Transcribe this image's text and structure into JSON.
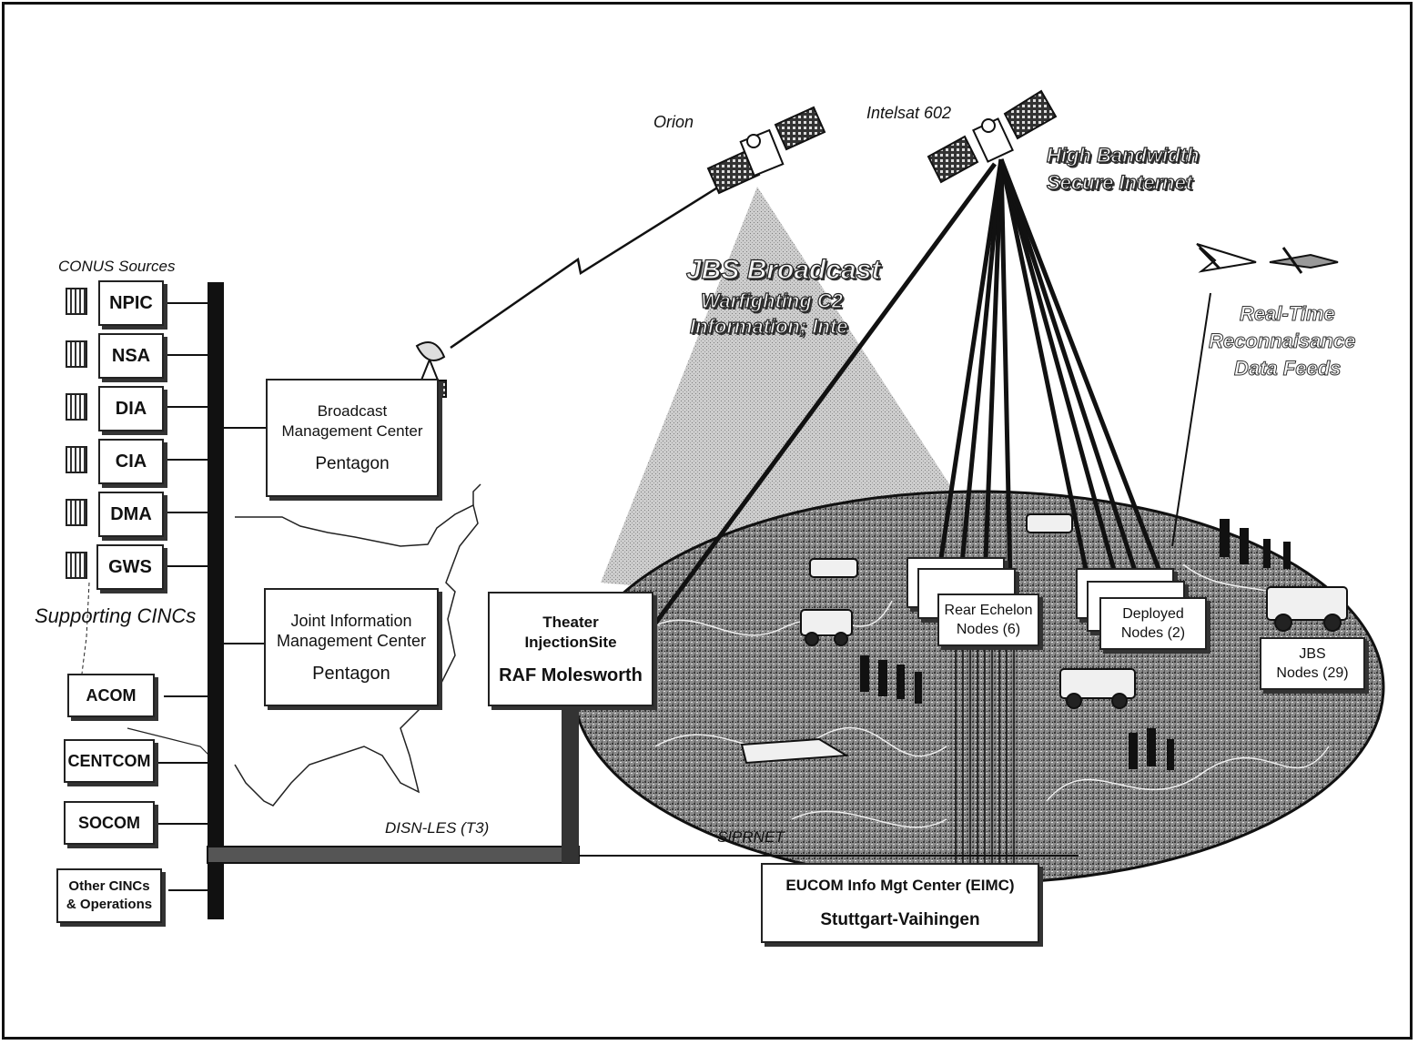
{
  "satellites": {
    "orion": "Orion",
    "intelsat": "Intelsat 602",
    "high_bandwidth_line1": "High Bandwidth",
    "high_bandwidth_line2": "Secure Internet"
  },
  "broadcast": {
    "title": "JBS Broadcast",
    "line2": "Warfighting C2",
    "line3": "Information; Inte"
  },
  "recon": {
    "line1": "Real-Time",
    "line2": "Reconnaisance",
    "line3": "Data Feeds"
  },
  "conus": {
    "heading": "CONUS Sources",
    "sources": [
      "NPIC",
      "NSA",
      "DIA",
      "CIA",
      "DMA",
      "GWS"
    ]
  },
  "supporting": {
    "heading": "Supporting CINCs",
    "cincs": [
      "ACOM",
      "CENTCOM",
      "SOCOM"
    ],
    "other_line1": "Other CINCs",
    "other_line2": "& Operations"
  },
  "centers": {
    "bmc_line1": "Broadcast",
    "bmc_line2": "Management Center",
    "bmc_location": "Pentagon",
    "jimc_line1": "Joint Information",
    "jimc_line2": "Management Center",
    "jimc_location": "Pentagon",
    "theater_line1": "Theater",
    "theater_line2": "InjectionSite",
    "theater_location": "RAF Molesworth",
    "eucom_line1": "EUCOM Info Mgt Center (EIMC)",
    "eucom_location": "Stuttgart-Vaihingen"
  },
  "nodes": {
    "rear_line1": "Rear Echelon",
    "rear_line2": "Nodes (6)",
    "deployed_line1": "Deployed",
    "deployed_line2": "Nodes (2)",
    "jbs_line1": "JBS",
    "jbs_line2": "Nodes (29)"
  },
  "networks": {
    "disn": "DISN-LES (T3)",
    "siprnet": "SIPRNET"
  },
  "colors": {
    "ink": "#111111",
    "paper": "#ffffff",
    "beam_gray": "#b8b8b8",
    "theater_gray": "#7a7a7a"
  }
}
